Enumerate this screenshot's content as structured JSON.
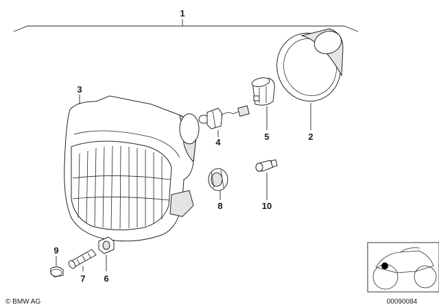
{
  "callouts": {
    "c1": "1",
    "c2": "2",
    "c3": "3",
    "c4": "4",
    "c5": "5",
    "c6": "6",
    "c7": "7",
    "c8": "8",
    "c9": "9",
    "c10": "10"
  },
  "footer": {
    "copyright": "© BMW AG",
    "diagram_id": "00090084"
  }
}
